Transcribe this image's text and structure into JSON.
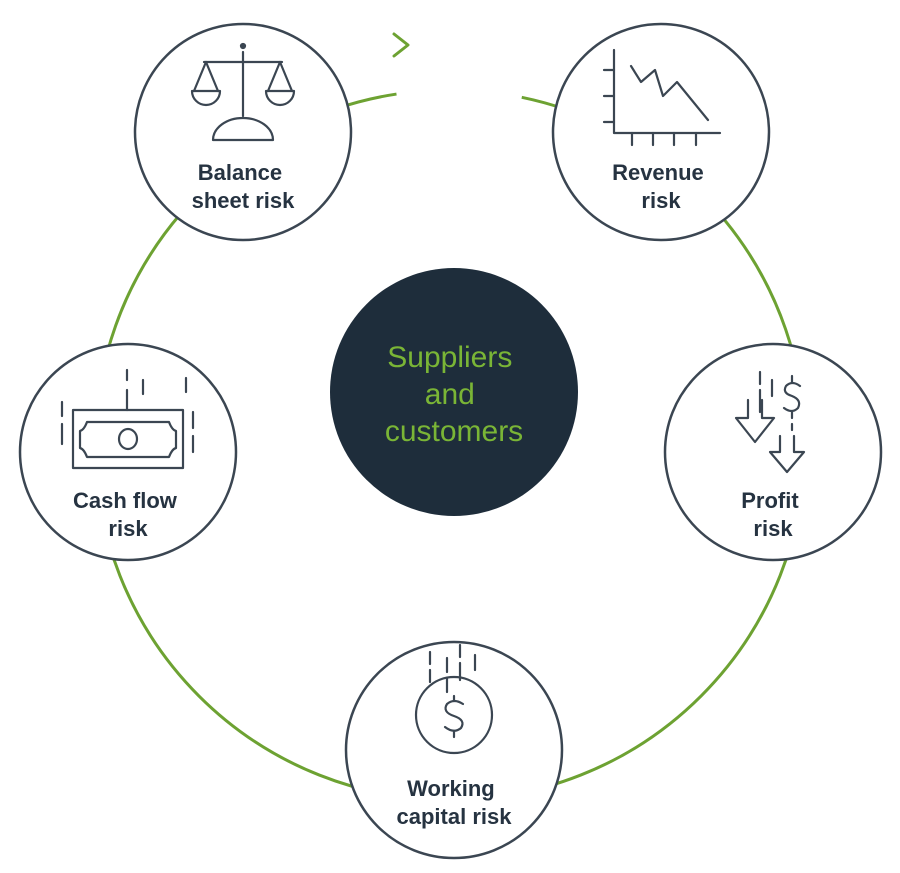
{
  "colors": {
    "ring": "#6da232",
    "outline": "#3b4652",
    "center_fill": "#1e2d3b",
    "center_text": "#7ab536",
    "label": "#263341",
    "background": "#ffffff"
  },
  "center": {
    "lines": [
      "Suppliers",
      "and",
      "customers"
    ]
  },
  "nodes": [
    {
      "id": "balance-sheet",
      "icon": "scales-icon",
      "lines": [
        "Balance",
        "sheet risk"
      ]
    },
    {
      "id": "revenue",
      "icon": "declining-line-chart-icon",
      "lines": [
        "Revenue",
        "risk"
      ]
    },
    {
      "id": "profit",
      "icon": "falling-dollar-arrows-icon",
      "lines": [
        "Profit",
        "risk"
      ]
    },
    {
      "id": "working-capital",
      "icon": "falling-dollar-coin-icon",
      "lines": [
        "Working",
        "capital risk"
      ]
    },
    {
      "id": "cash-flow",
      "icon": "falling-banknote-icon",
      "lines": [
        "Cash flow",
        "risk"
      ]
    }
  ]
}
